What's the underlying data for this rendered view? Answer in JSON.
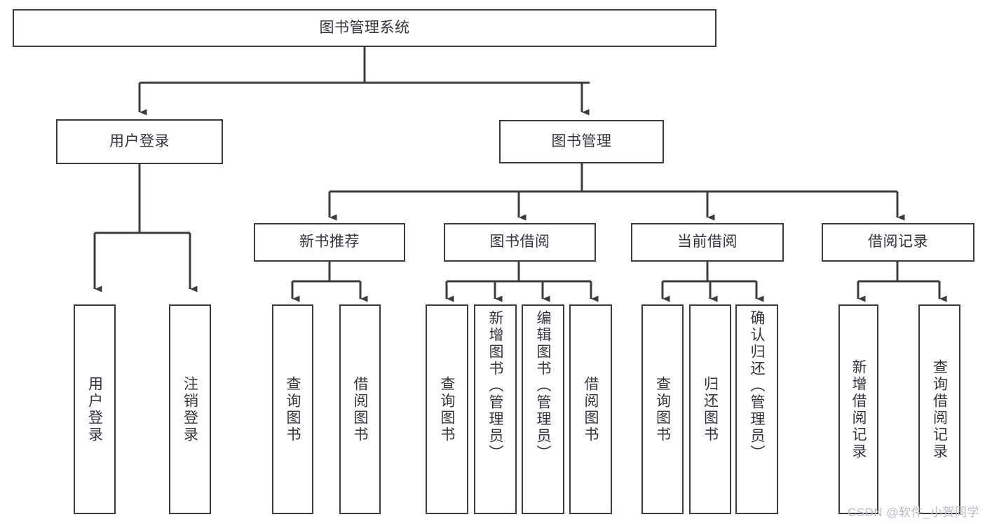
{
  "diagram": {
    "title": "图书管理系统",
    "type": "hierarchy-tree",
    "watermark": "CSDN @软件_小贺同学",
    "colors": {
      "box_border": "#3c3c3c",
      "box_fill": "#ffffff",
      "connector": "#3c3c3c",
      "text": "#33353a",
      "watermark": "#b9bcc2",
      "background": "#ffffff"
    },
    "nodes": {
      "root": {
        "label": "图书管理系统"
      },
      "level2": [
        {
          "id": "user-login",
          "label": "用户登录"
        },
        {
          "id": "book-management",
          "label": "图书管理"
        }
      ],
      "level3": [
        {
          "id": "new-book-recommend",
          "label": "新书推荐"
        },
        {
          "id": "book-borrow",
          "label": "图书借阅"
        },
        {
          "id": "current-borrow",
          "label": "当前借阅"
        },
        {
          "id": "borrow-record",
          "label": "借阅记录"
        }
      ],
      "leaves": {
        "user-login": [
          {
            "id": "leaf-user-login",
            "label": "用户登录"
          },
          {
            "id": "leaf-logout-login",
            "label": "注销登录"
          }
        ],
        "new-book-recommend": [
          {
            "id": "leaf-query-book-1",
            "label": "查询图书"
          },
          {
            "id": "leaf-borrow-book-1",
            "label": "借阅图书"
          }
        ],
        "book-borrow": [
          {
            "id": "leaf-query-book-2",
            "label": "查询图书"
          },
          {
            "id": "leaf-add-book-admin",
            "label": "新增图书（管理员）"
          },
          {
            "id": "leaf-edit-book-admin",
            "label": "编辑图书（管理员）"
          },
          {
            "id": "leaf-borrow-book-2",
            "label": "借阅图书"
          }
        ],
        "current-borrow": [
          {
            "id": "leaf-query-book-3",
            "label": "查询图书"
          },
          {
            "id": "leaf-return-book",
            "label": "归还图书"
          },
          {
            "id": "leaf-confirm-return-admin",
            "label": "确认归还（管理员）"
          }
        ],
        "borrow-record": [
          {
            "id": "leaf-add-borrow-record",
            "label": "新增借阅记录"
          },
          {
            "id": "leaf-query-borrow-record",
            "label": "查询借阅记录"
          }
        ]
      }
    }
  }
}
